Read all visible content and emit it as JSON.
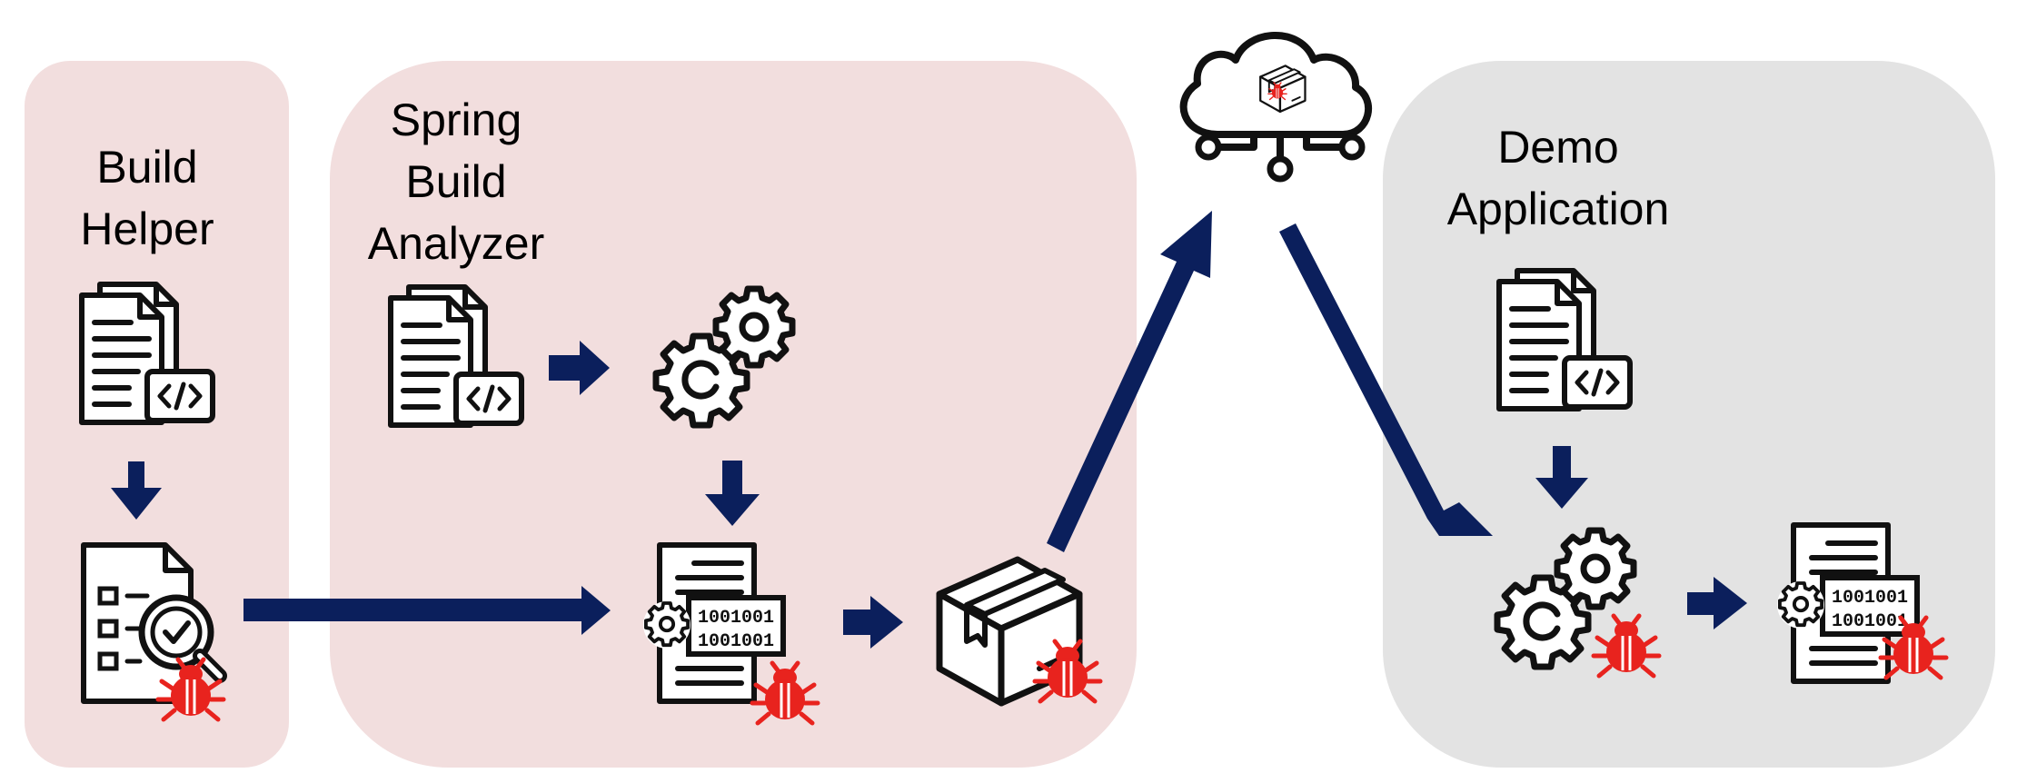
{
  "colors": {
    "panel_pink": "#f2dede",
    "panel_gray": "#e3e3e3",
    "arrow": "#0b1f5c",
    "icon": "#111111",
    "bug": "#e8231e"
  },
  "panels": {
    "build_helper": {
      "title_lines": [
        "Build",
        "Helper"
      ]
    },
    "spring_analyzer": {
      "title_lines": [
        "Spring",
        "Build",
        "Analyzer"
      ]
    },
    "demo_application": {
      "title_lines": [
        "Demo",
        "Application"
      ]
    }
  },
  "icons": {
    "cloud": "cloud-network-icon",
    "source": "source-code-document-icon",
    "gears": "gears-icon",
    "checklist": "checklist-magnifier-icon",
    "binary": "binary-document-icon",
    "package": "package-box-icon",
    "bug": "bug-icon"
  }
}
